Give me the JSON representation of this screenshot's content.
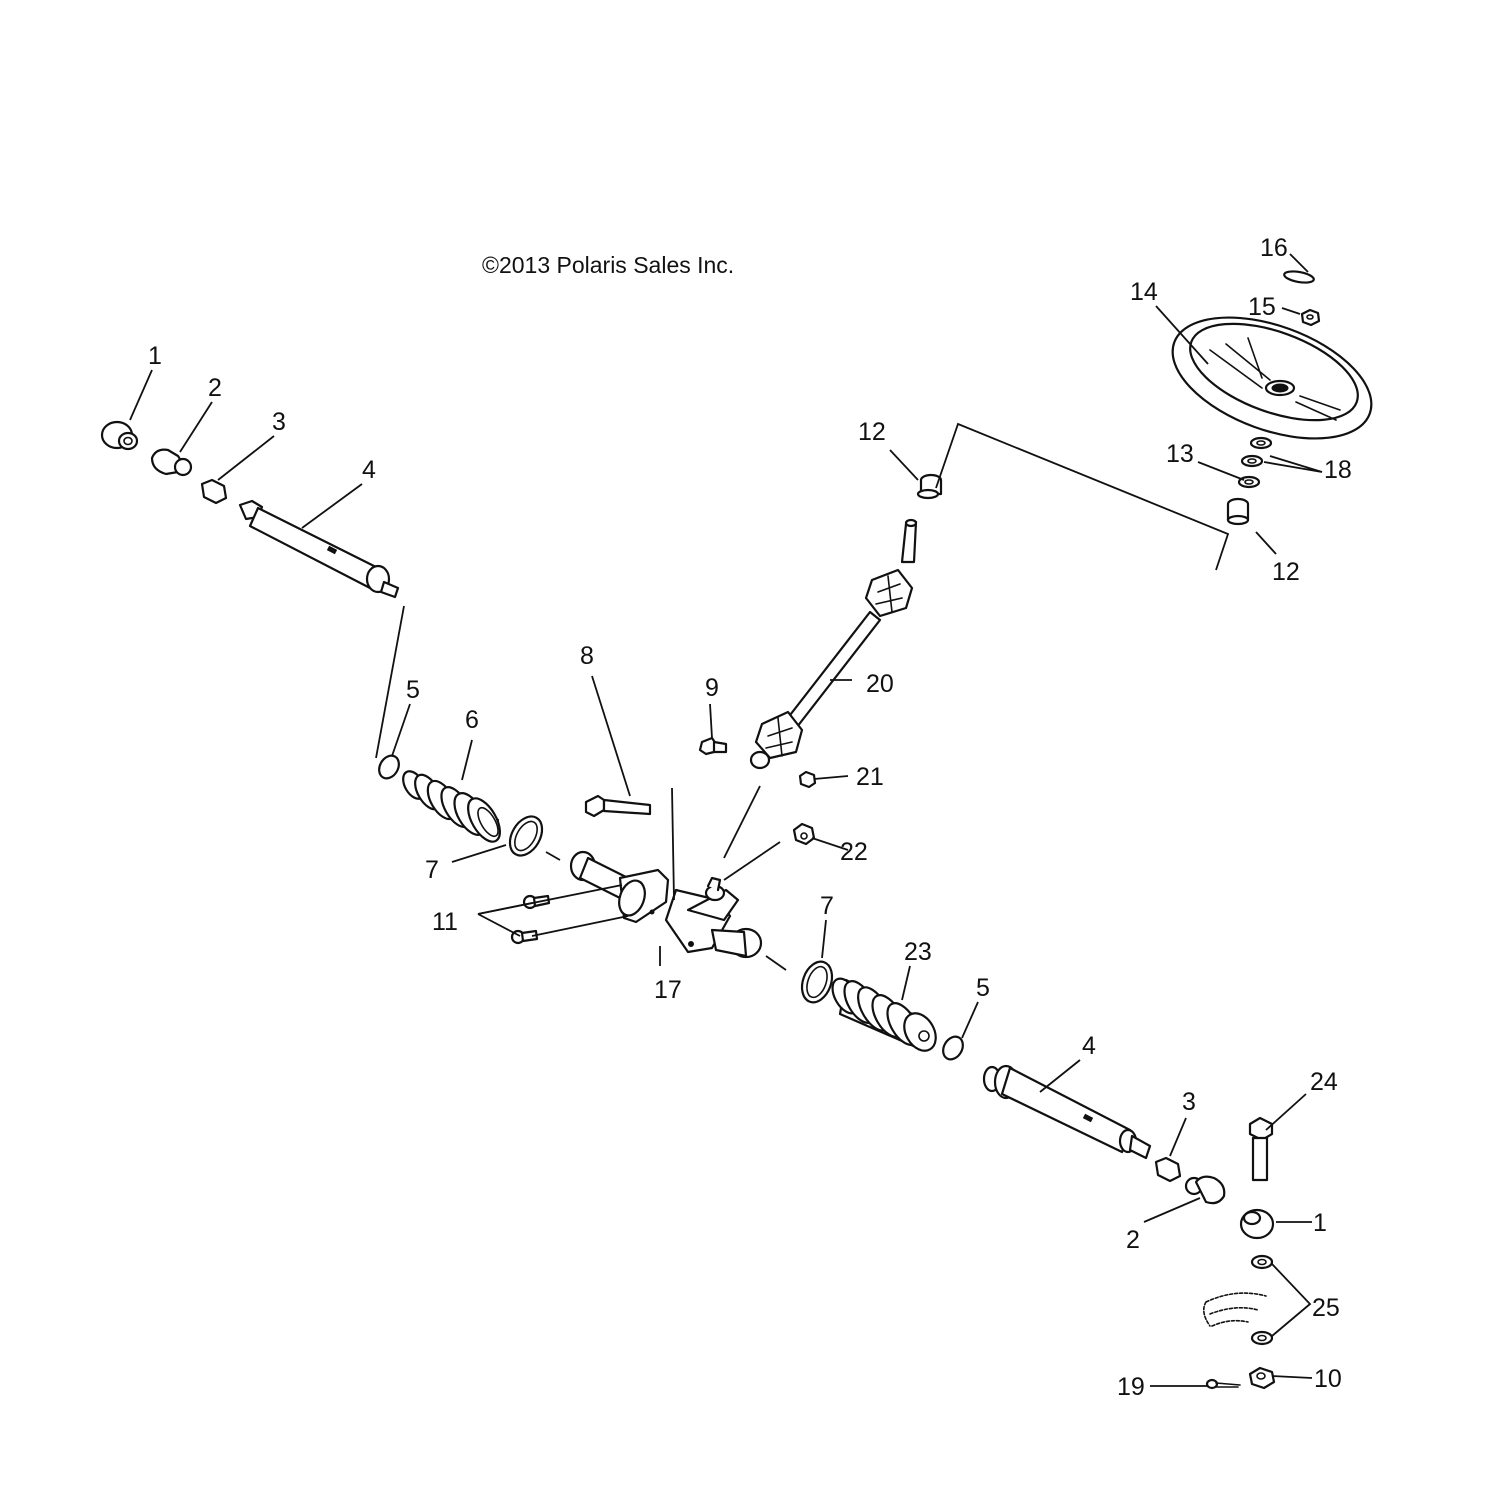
{
  "copyright": "©2013 Polaris Sales Inc.",
  "callouts": [
    "1",
    "2",
    "3",
    "4",
    "5",
    "6",
    "7",
    "8",
    "9",
    "10",
    "11",
    "12",
    "13",
    "14",
    "15",
    "16",
    "17",
    "18",
    "19",
    "20",
    "21",
    "22",
    "23",
    "24",
    "25"
  ]
}
